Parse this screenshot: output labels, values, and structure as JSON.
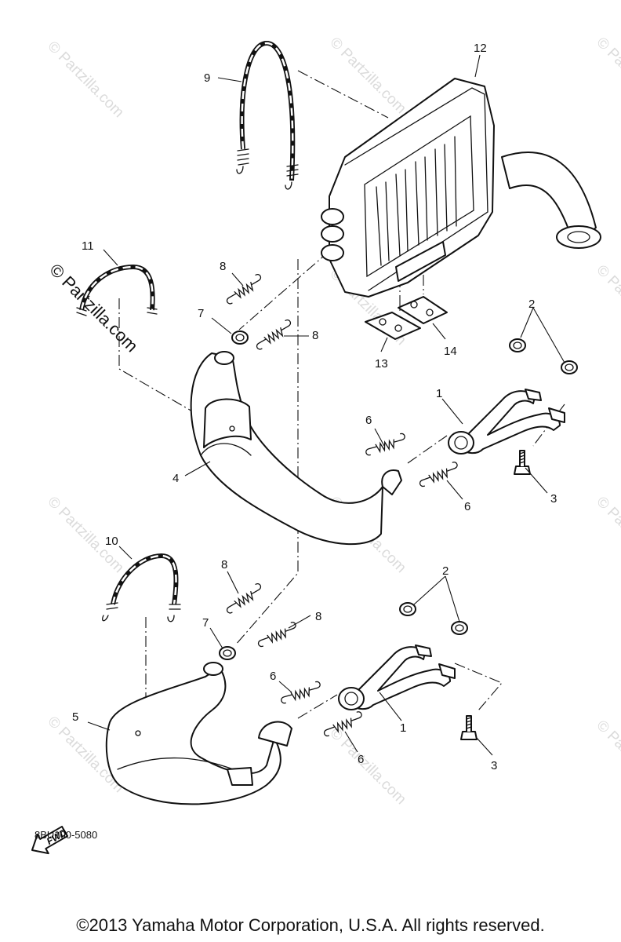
{
  "diagram_code": "8BU100-5080",
  "copyright": "©2013 Yamaha Motor Corporation, U.S.A. All rights reserved.",
  "watermark": "© Partzilla.com",
  "fwd_label": "FWD",
  "callouts": {
    "c1a": "1",
    "c1b": "1",
    "c2a": "2",
    "c2b": "2",
    "c3a": "3",
    "c3b": "3",
    "c4": "4",
    "c5": "5",
    "c6a": "6",
    "c6b": "6",
    "c6c": "6",
    "c6d": "6",
    "c7a": "7",
    "c7b": "7",
    "c8a": "8",
    "c8b": "8",
    "c8c": "8",
    "c8d": "8",
    "c9": "9",
    "c10": "10",
    "c11": "11",
    "c12": "12",
    "c13": "13",
    "c14": "14"
  }
}
